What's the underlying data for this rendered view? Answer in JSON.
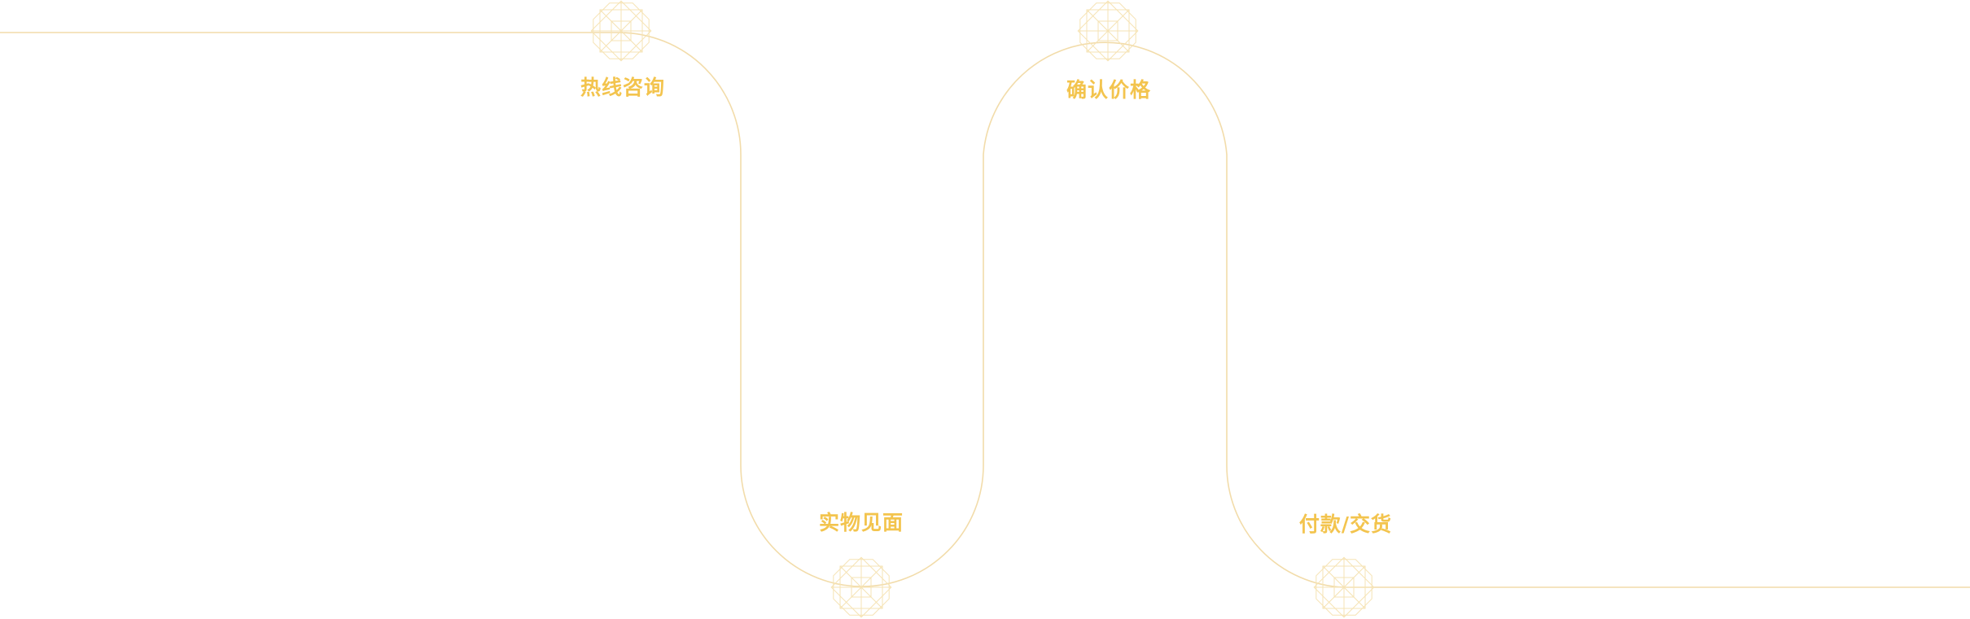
{
  "colors": {
    "accent": "#f3c44e",
    "path_line": "#f2dcaa",
    "node_line": "#f6e3b4",
    "background": "#ffffff"
  },
  "steps": [
    {
      "label": "热线咨询",
      "icon": "geometric-octagon-icon"
    },
    {
      "label": "实物见面",
      "icon": "geometric-octagon-icon"
    },
    {
      "label": "确认价格",
      "icon": "geometric-octagon-icon"
    },
    {
      "label": "付款/交货",
      "icon": "geometric-octagon-icon"
    }
  ]
}
